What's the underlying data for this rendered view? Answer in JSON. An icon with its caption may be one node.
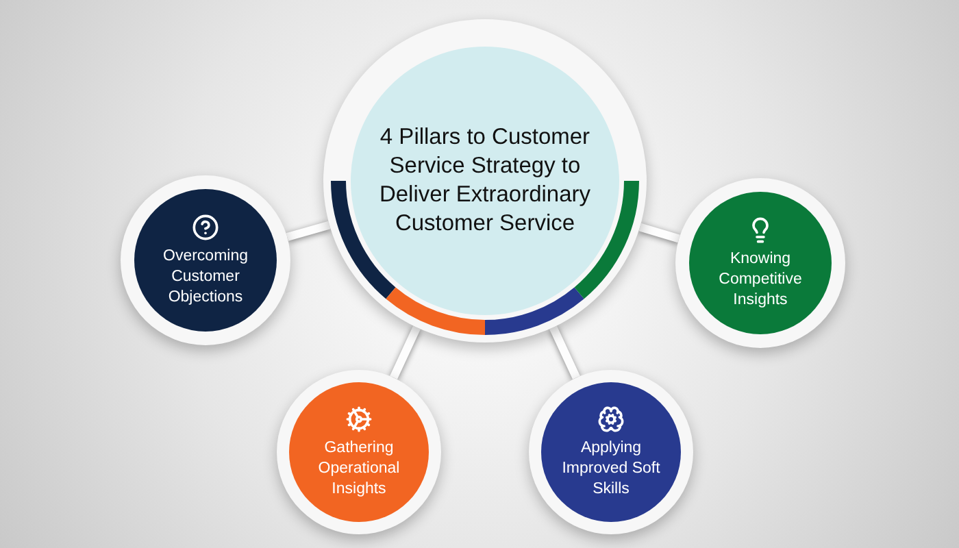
{
  "diagram": {
    "nodes": [
      {
        "text": [
          "4 Pillars to Customer Service Strategy to Deliver Extraordinary Customer Service"
        ]
      },
      {
        "text": [
          "Overcoming Customer Objections"
        ]
      },
      {
        "text": [
          "Knowing Competitive Insights"
        ]
      },
      {
        "text": [
          "Gathering Operational Insights"
        ]
      },
      {
        "text": [
          "Applying Improved Soft Skills"
        ]
      }
    ],
    "edges": [
      {
        "from": 0,
        "to": 1,
        "arrow": "none"
      },
      {
        "from": 0,
        "to": 2,
        "arrow": "none"
      },
      {
        "from": 0,
        "to": 3,
        "arrow": "none"
      },
      {
        "from": 0,
        "to": 4,
        "arrow": "none"
      }
    ]
  }
}
